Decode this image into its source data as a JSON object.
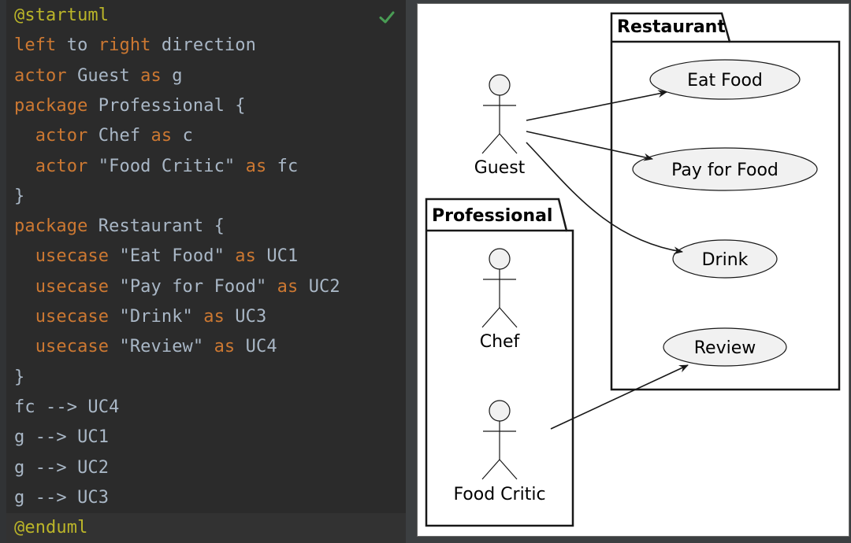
{
  "editor": {
    "lines": [
      [
        {
          "t": "@startuml",
          "c": "ann"
        }
      ],
      [
        {
          "t": "left",
          "c": "kw"
        },
        {
          "t": " to ",
          "c": "plain"
        },
        {
          "t": "right",
          "c": "kw"
        },
        {
          "t": " direction",
          "c": "plain"
        }
      ],
      [
        {
          "t": "actor",
          "c": "kw"
        },
        {
          "t": " Guest ",
          "c": "plain"
        },
        {
          "t": "as",
          "c": "kw"
        },
        {
          "t": " g",
          "c": "plain"
        }
      ],
      [
        {
          "t": "package",
          "c": "kw"
        },
        {
          "t": " Professional {",
          "c": "plain"
        }
      ],
      [
        {
          "t": "  ",
          "c": "plain"
        },
        {
          "t": "actor",
          "c": "kw"
        },
        {
          "t": " Chef ",
          "c": "plain"
        },
        {
          "t": "as",
          "c": "kw"
        },
        {
          "t": " c",
          "c": "plain"
        }
      ],
      [
        {
          "t": "  ",
          "c": "plain"
        },
        {
          "t": "actor",
          "c": "kw"
        },
        {
          "t": " \"Food Critic\" ",
          "c": "str"
        },
        {
          "t": "as",
          "c": "kw"
        },
        {
          "t": " fc",
          "c": "plain"
        }
      ],
      [
        {
          "t": "}",
          "c": "plain"
        }
      ],
      [
        {
          "t": "package",
          "c": "kw"
        },
        {
          "t": " Restaurant {",
          "c": "plain"
        }
      ],
      [
        {
          "t": "  ",
          "c": "plain"
        },
        {
          "t": "usecase",
          "c": "kw"
        },
        {
          "t": " \"Eat Food\" ",
          "c": "str"
        },
        {
          "t": "as",
          "c": "kw"
        },
        {
          "t": " UC1",
          "c": "plain"
        }
      ],
      [
        {
          "t": "  ",
          "c": "plain"
        },
        {
          "t": "usecase",
          "c": "kw"
        },
        {
          "t": " \"Pay for Food\" ",
          "c": "str"
        },
        {
          "t": "as",
          "c": "kw"
        },
        {
          "t": " UC2",
          "c": "plain"
        }
      ],
      [
        {
          "t": "  ",
          "c": "plain"
        },
        {
          "t": "usecase",
          "c": "kw"
        },
        {
          "t": " \"Drink\" ",
          "c": "str"
        },
        {
          "t": "as",
          "c": "kw"
        },
        {
          "t": " UC3",
          "c": "plain"
        }
      ],
      [
        {
          "t": "  ",
          "c": "plain"
        },
        {
          "t": "usecase",
          "c": "kw"
        },
        {
          "t": " \"Review\" ",
          "c": "str"
        },
        {
          "t": "as",
          "c": "kw"
        },
        {
          "t": " UC4",
          "c": "plain"
        }
      ],
      [
        {
          "t": "}",
          "c": "plain"
        }
      ],
      [
        {
          "t": "fc --> UC4",
          "c": "plain"
        }
      ],
      [
        {
          "t": "g --> UC1",
          "c": "plain"
        }
      ],
      [
        {
          "t": "g --> UC2",
          "c": "plain"
        }
      ],
      [
        {
          "t": "g --> UC3",
          "c": "plain"
        }
      ],
      [
        {
          "t": "@enduml",
          "c": "ann"
        }
      ]
    ],
    "current_line_index": 17,
    "status_icon": "check-icon",
    "colors": {
      "keyword": "#cc7832",
      "plain": "#a9b7c6",
      "annotation": "#bbb529",
      "ok": "#499c54"
    }
  },
  "diagram": {
    "packages": {
      "restaurant": "Restaurant",
      "professional": "Professional"
    },
    "actors": {
      "guest": "Guest",
      "chef": "Chef",
      "food_critic": "Food Critic"
    },
    "usecases": {
      "eat_food": "Eat Food",
      "pay_for_food": "Pay for Food",
      "drink": "Drink",
      "review": "Review"
    },
    "colors": {
      "usecase_fill": "#f1f1f1",
      "stroke": "#181818"
    }
  }
}
